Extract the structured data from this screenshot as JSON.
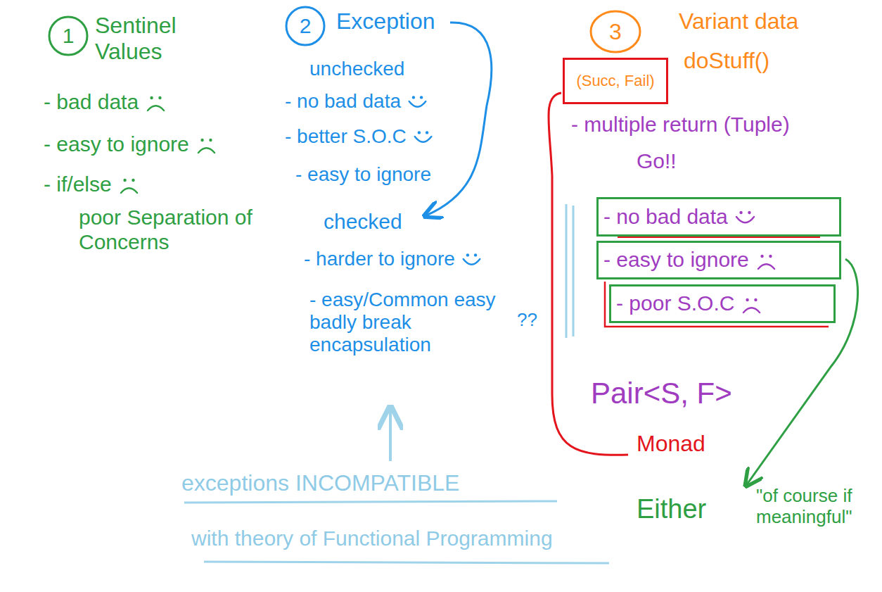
{
  "diagram": {
    "nodes": [
      {
        "text": [
          "1"
        ]
      },
      {
        "text": [
          "2"
        ]
      },
      {
        "text": [
          "3"
        ]
      },
      {
        "text": [
          "(Succ, Fail)"
        ]
      },
      {
        "text": [
          "- no bad data"
        ]
      },
      {
        "text": [
          "- easy to ignore"
        ]
      },
      {
        "text": [
          "- poor S.O.C"
        ]
      }
    ],
    "labels": [
      "Sentinel Values",
      "- bad data",
      "- easy to ignore",
      "- if/else",
      "poor Separation of Concerns",
      "Exception",
      "unchecked",
      "- no bad data",
      "- better S.O.C",
      "- easy to ignore",
      "checked",
      "- harder to ignore",
      "- easy/Common easy badly break encapsulation",
      "??",
      "Variant data",
      "doStuff()",
      "- multiple return (Tuple)",
      "Go!!",
      "Pair<S, F>",
      "Monad",
      "exceptions INCOMPATIBLE",
      "with theory of Functional Programming",
      "Either",
      "\"of course if meaningful\""
    ]
  }
}
